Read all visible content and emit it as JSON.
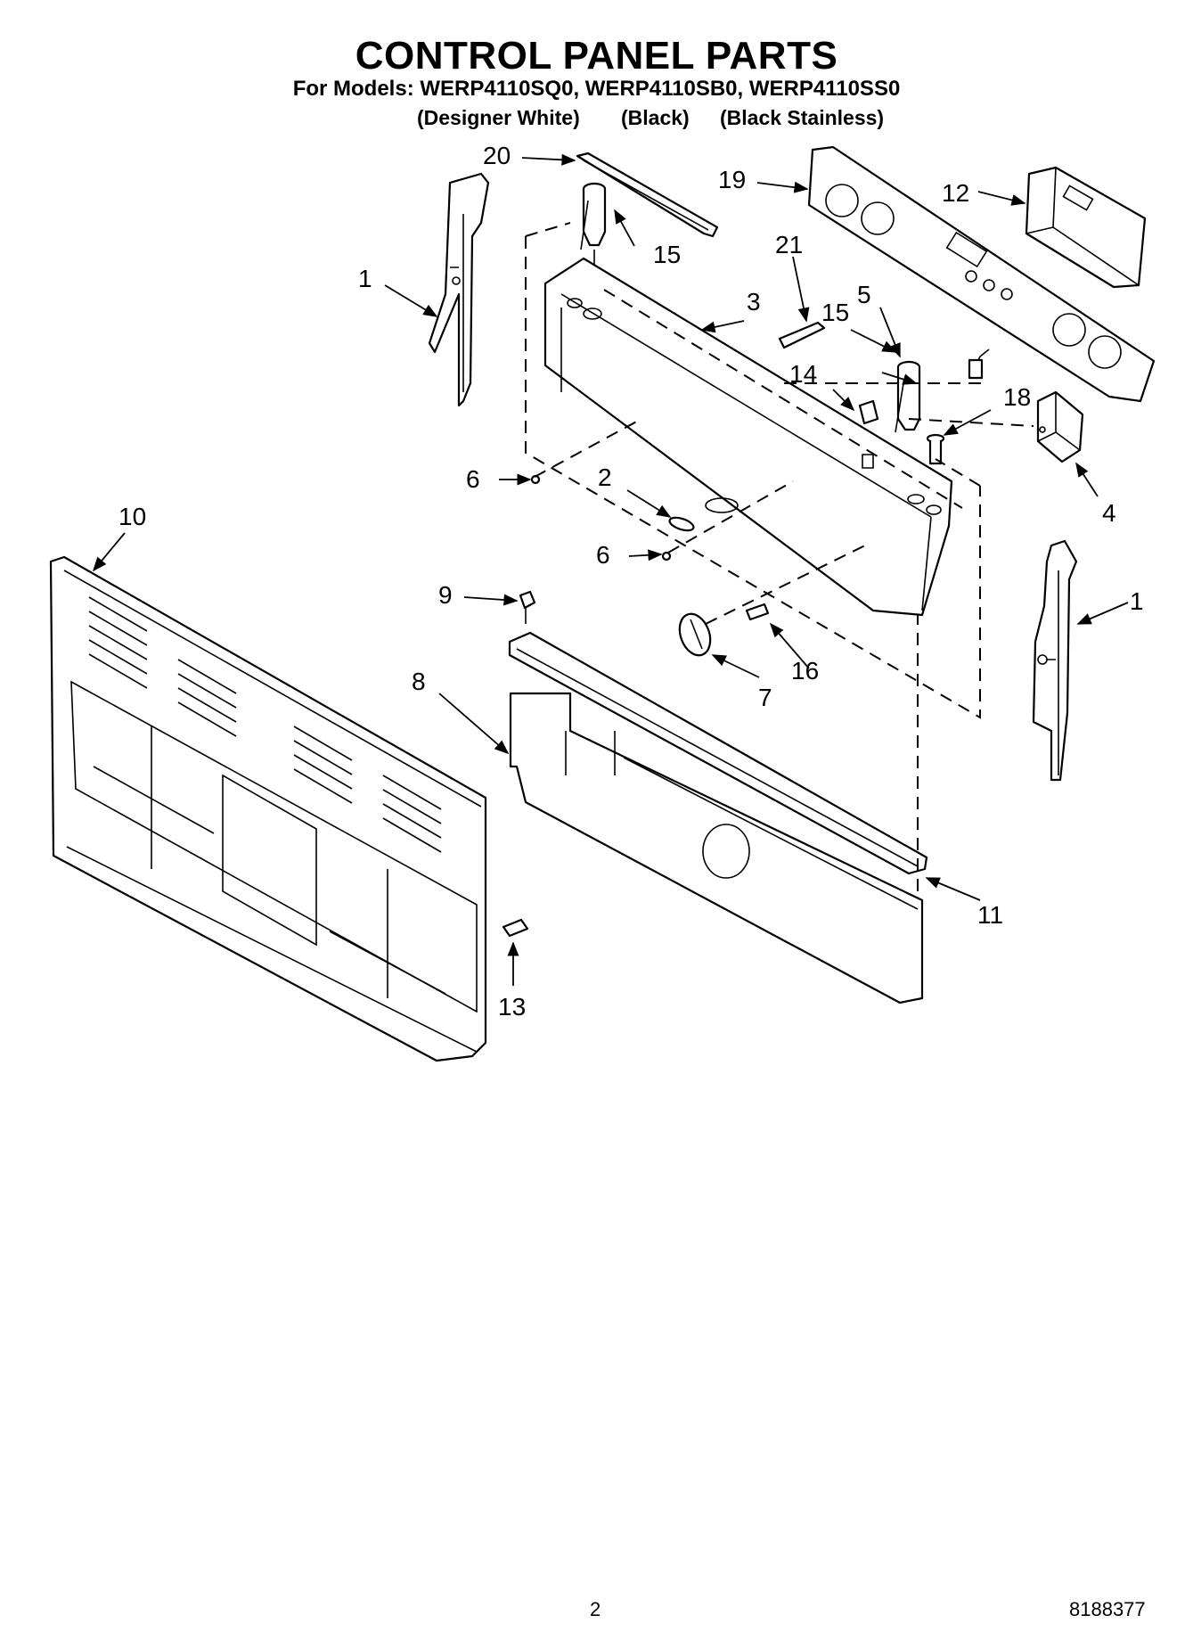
{
  "header": {
    "title": "CONTROL PANEL PARTS",
    "models_line": "For Models: WERP4110SQ0, WERP4110SB0, WERP4110SS0",
    "variants": [
      "(Designer White)",
      "(Black)",
      "(Black Stainless)"
    ]
  },
  "callouts": {
    "c1a": "1",
    "c1b": "1",
    "c2": "2",
    "c3": "3",
    "c4": "4",
    "c5": "5",
    "c6a": "6",
    "c6b": "6",
    "c7": "7",
    "c8": "8",
    "c9": "9",
    "c10": "10",
    "c11": "11",
    "c12": "12",
    "c13": "13",
    "c14": "14",
    "c15a": "15",
    "c15b": "15",
    "c16": "16",
    "c18": "18",
    "c19": "19",
    "c20": "20",
    "c21": "21"
  },
  "footer": {
    "page_number": "2",
    "document_number": "8188377"
  }
}
